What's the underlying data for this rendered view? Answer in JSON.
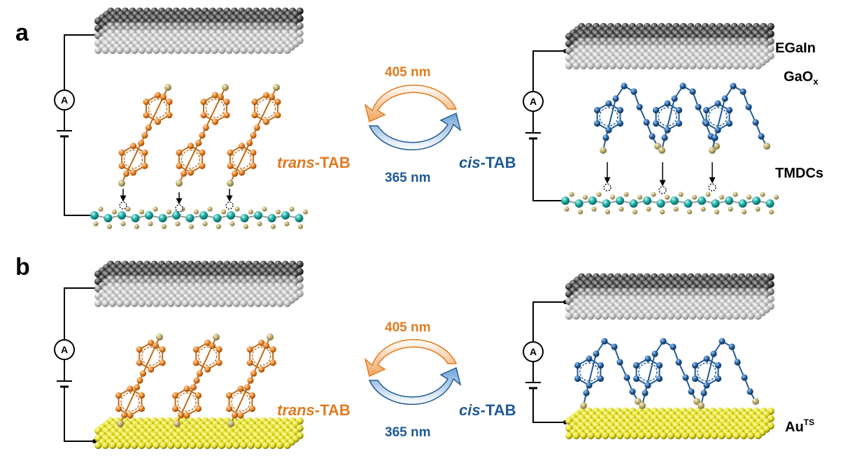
{
  "panels": [
    {
      "letter": "a",
      "wavelength_top": "405 nm",
      "wavelength_bottom": "365 nm",
      "trans_prefix": "trans",
      "trans_suffix": "-TAB",
      "cis_prefix": "cis",
      "cis_suffix": "-TAB",
      "ammeter_symbol": "A"
    },
    {
      "letter": "b",
      "wavelength_top": "405 nm",
      "wavelength_bottom": "365 nm",
      "trans_prefix": "trans",
      "trans_suffix": "-TAB",
      "cis_prefix": "cis",
      "cis_suffix": "-TAB",
      "ammeter_symbol": "A"
    }
  ],
  "layer_labels": {
    "egain": "EGaIn",
    "gaox_main": "GaO",
    "gaox_sub": "x",
    "tmdcs": "TMDCs",
    "au_main": "Au",
    "au_sup": "TS"
  },
  "colors": {
    "trans": "#e07b20",
    "cis": "#1f5a96",
    "egain_dark": "#2b2b2b",
    "gaox_light": "#bdbdbd",
    "tmdc_metal": "#1aa9a0",
    "tmdc_chalcogen": "#b8a86a",
    "gold": "#e2dc22"
  }
}
